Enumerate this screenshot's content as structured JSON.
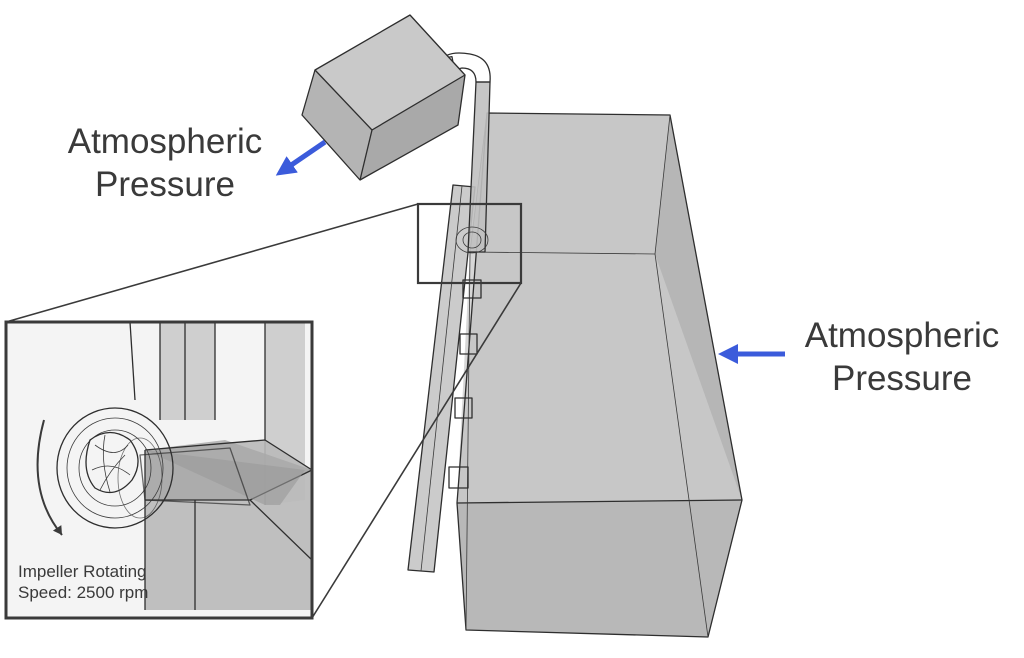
{
  "labels": {
    "atm_top_line1": "Atmospheric",
    "atm_top_line2": "Pressure",
    "atm_right_line1": "Atmospheric",
    "atm_right_line2": "Pressure",
    "impeller_line1": "Impeller Rotating",
    "impeller_line2": "Speed: 2500 rpm"
  },
  "colors": {
    "arrow": "#3b5bdb",
    "solid_fill": "#b9b9b9",
    "solid_dark": "#a6a6a6",
    "edge": "#2e2e2e",
    "inset_frame": "#3a3a3a",
    "inset_bg": "#f4f4f4"
  }
}
